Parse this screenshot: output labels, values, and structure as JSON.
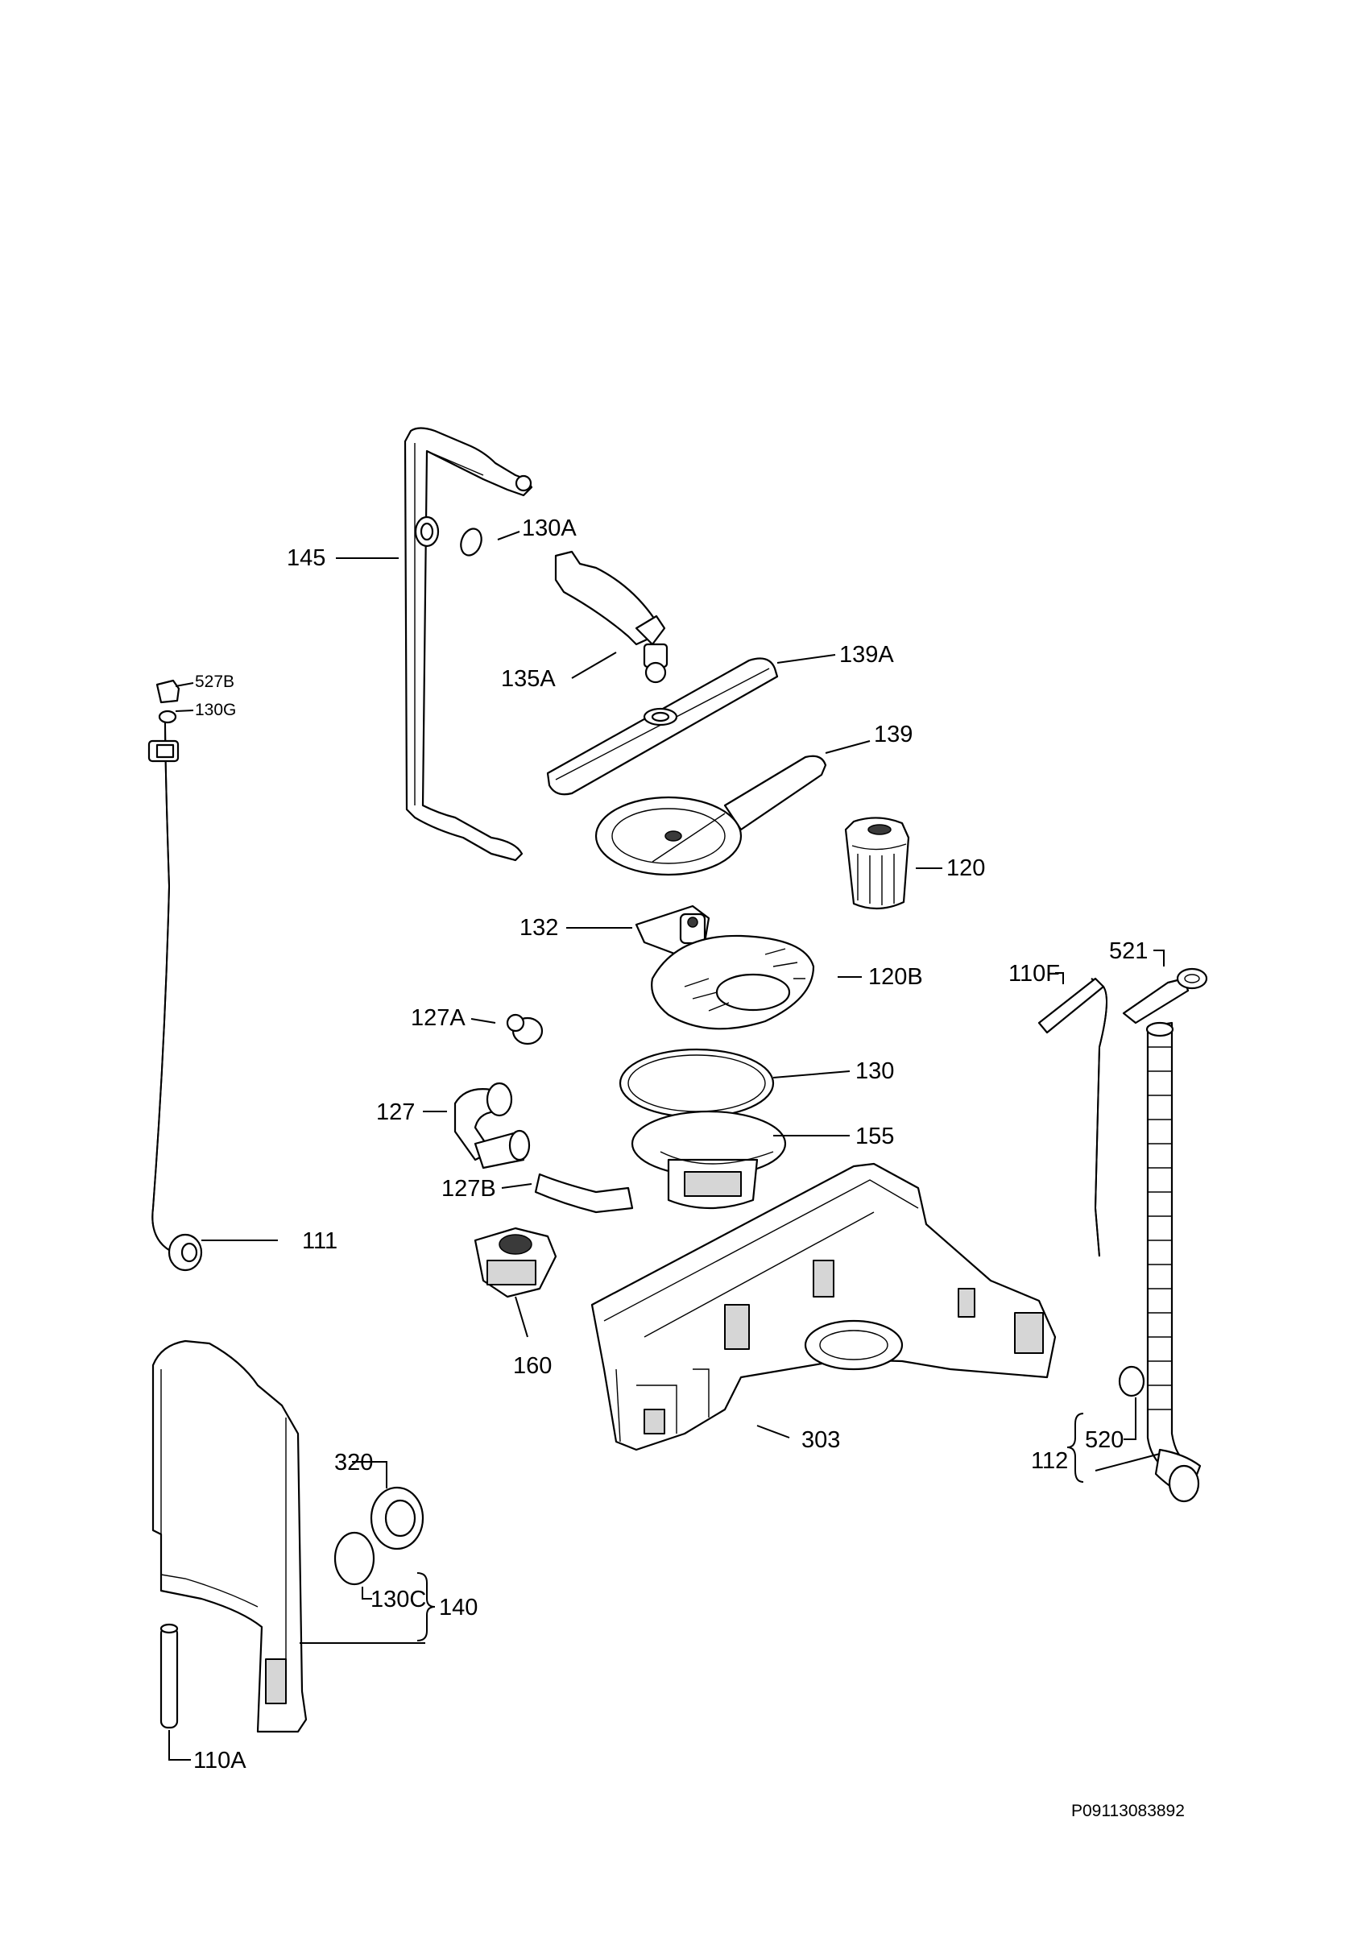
{
  "labels": {
    "l145": "145",
    "l130A": "130A",
    "l135A": "135A",
    "l139A": "139A",
    "l139": "139",
    "l527B": "527B",
    "l130G": "130G",
    "l120": "120",
    "l132": "132",
    "l120B": "120B",
    "l110F": "110F",
    "l521": "521",
    "l127A": "127A",
    "l130": "130",
    "l127": "127",
    "l155": "155",
    "l127B": "127B",
    "l111": "111",
    "l160": "160",
    "l303": "303",
    "l320": "320",
    "l112": "112",
    "l520": "520",
    "l130C": "130C",
    "l140": "140",
    "l110A": "110A"
  },
  "reference_code": "P09113083892"
}
